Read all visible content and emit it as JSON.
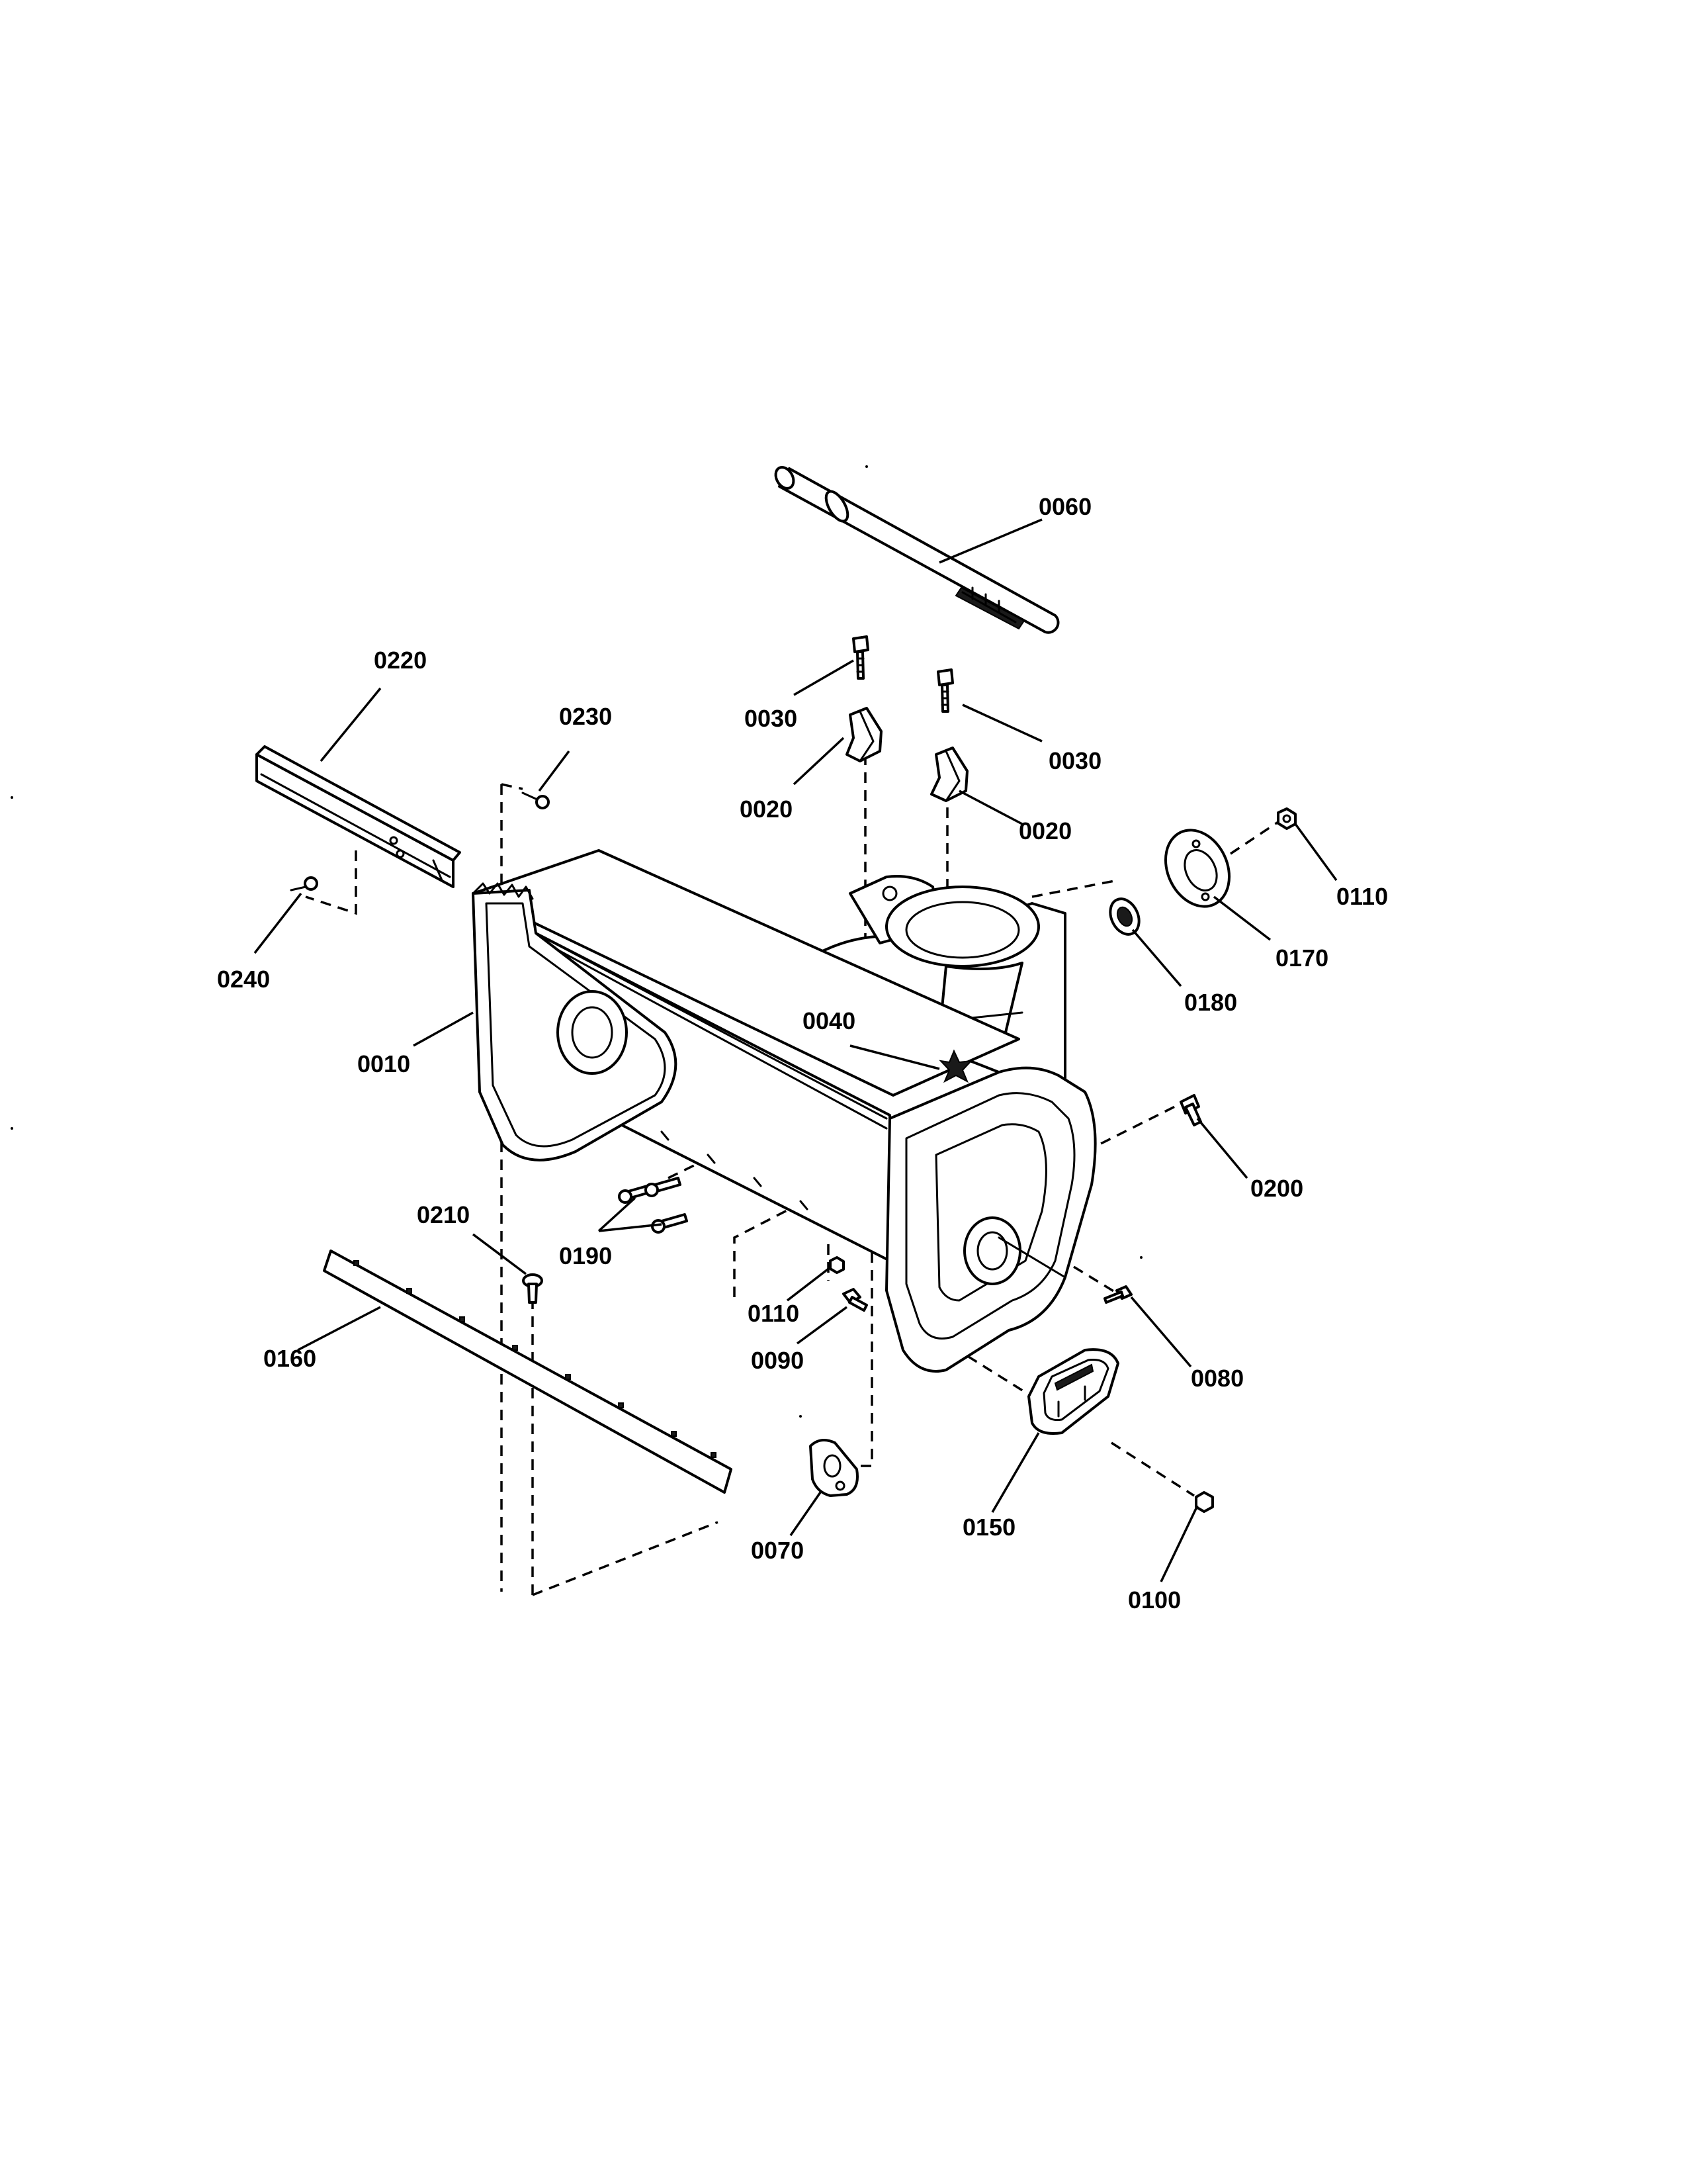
{
  "labels": {
    "p0060": "0060",
    "p0030a": "0030",
    "p0030b": "0030",
    "p0020a": "0020",
    "p0020b": "0020",
    "p0220": "0220",
    "p0230": "0230",
    "p0240": "0240",
    "p0010": "0010",
    "p0040": "0040",
    "p0110a": "0110",
    "p0170": "0170",
    "p0180": "0180",
    "p0200": "0200",
    "p0210": "0210",
    "p0190": "0190",
    "p0110b": "0110",
    "p0090": "0090",
    "p0160": "0160",
    "p0080": "0080",
    "p0070": "0070",
    "p0150": "0150",
    "p0100": "0100"
  }
}
